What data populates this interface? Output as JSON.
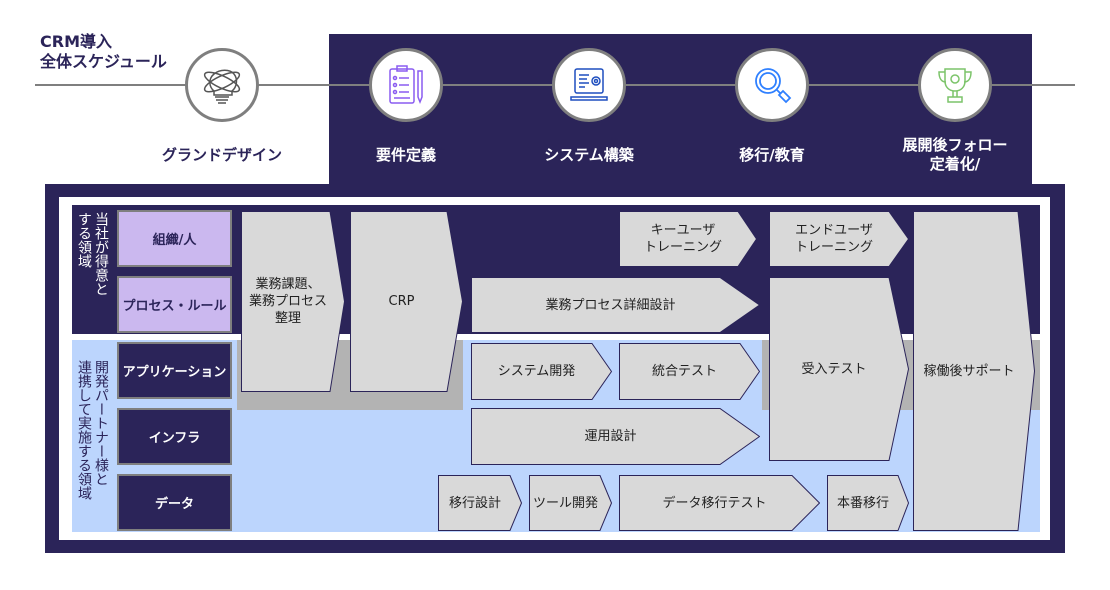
{
  "title": "CRM導入\n全体スケジュール",
  "phases": [
    {
      "label": "グランドデザイン",
      "icon": "lightbulb-icon"
    },
    {
      "label": "要件定義",
      "icon": "clipboard-pen-icon"
    },
    {
      "label": "システム構築",
      "icon": "laptop-gear-icon"
    },
    {
      "label": "移行/教育",
      "icon": "magnifier-icon"
    },
    {
      "label": "展開後フォロー\n定着化/",
      "icon": "trophy-icon"
    }
  ],
  "areas": {
    "upper": "当社が得意と\nする領域",
    "lower": "開発パートナー様と\n連携して実施する領域"
  },
  "rows": [
    "組織/人",
    "プロセス・ルール",
    "アプリケーション",
    "インフラ",
    "データ"
  ],
  "tasks": {
    "business_issues": "業務課題、\n業務プロセス\n整理",
    "crp": "CRP",
    "key_user_training": "キーユーザ\nトレーニング",
    "end_user_training": "エンドユーザ\nトレーニング",
    "process_detail_design": "業務プロセス詳細設計",
    "acceptance_test": "受入テスト",
    "post_launch_support": "稼働後サポート",
    "system_dev": "システム開発",
    "integration_test": "統合テスト",
    "operation_design": "運用設計",
    "migration_design": "移行設計",
    "tool_dev": "ツール開発",
    "data_migration_test": "データ移行テスト",
    "production_migration": "本番移行"
  },
  "colors": {
    "navy": "#2b2459",
    "lavender": "#cbb8ef",
    "blue": "#bcd5fd",
    "gray": "#d9d9d9"
  }
}
